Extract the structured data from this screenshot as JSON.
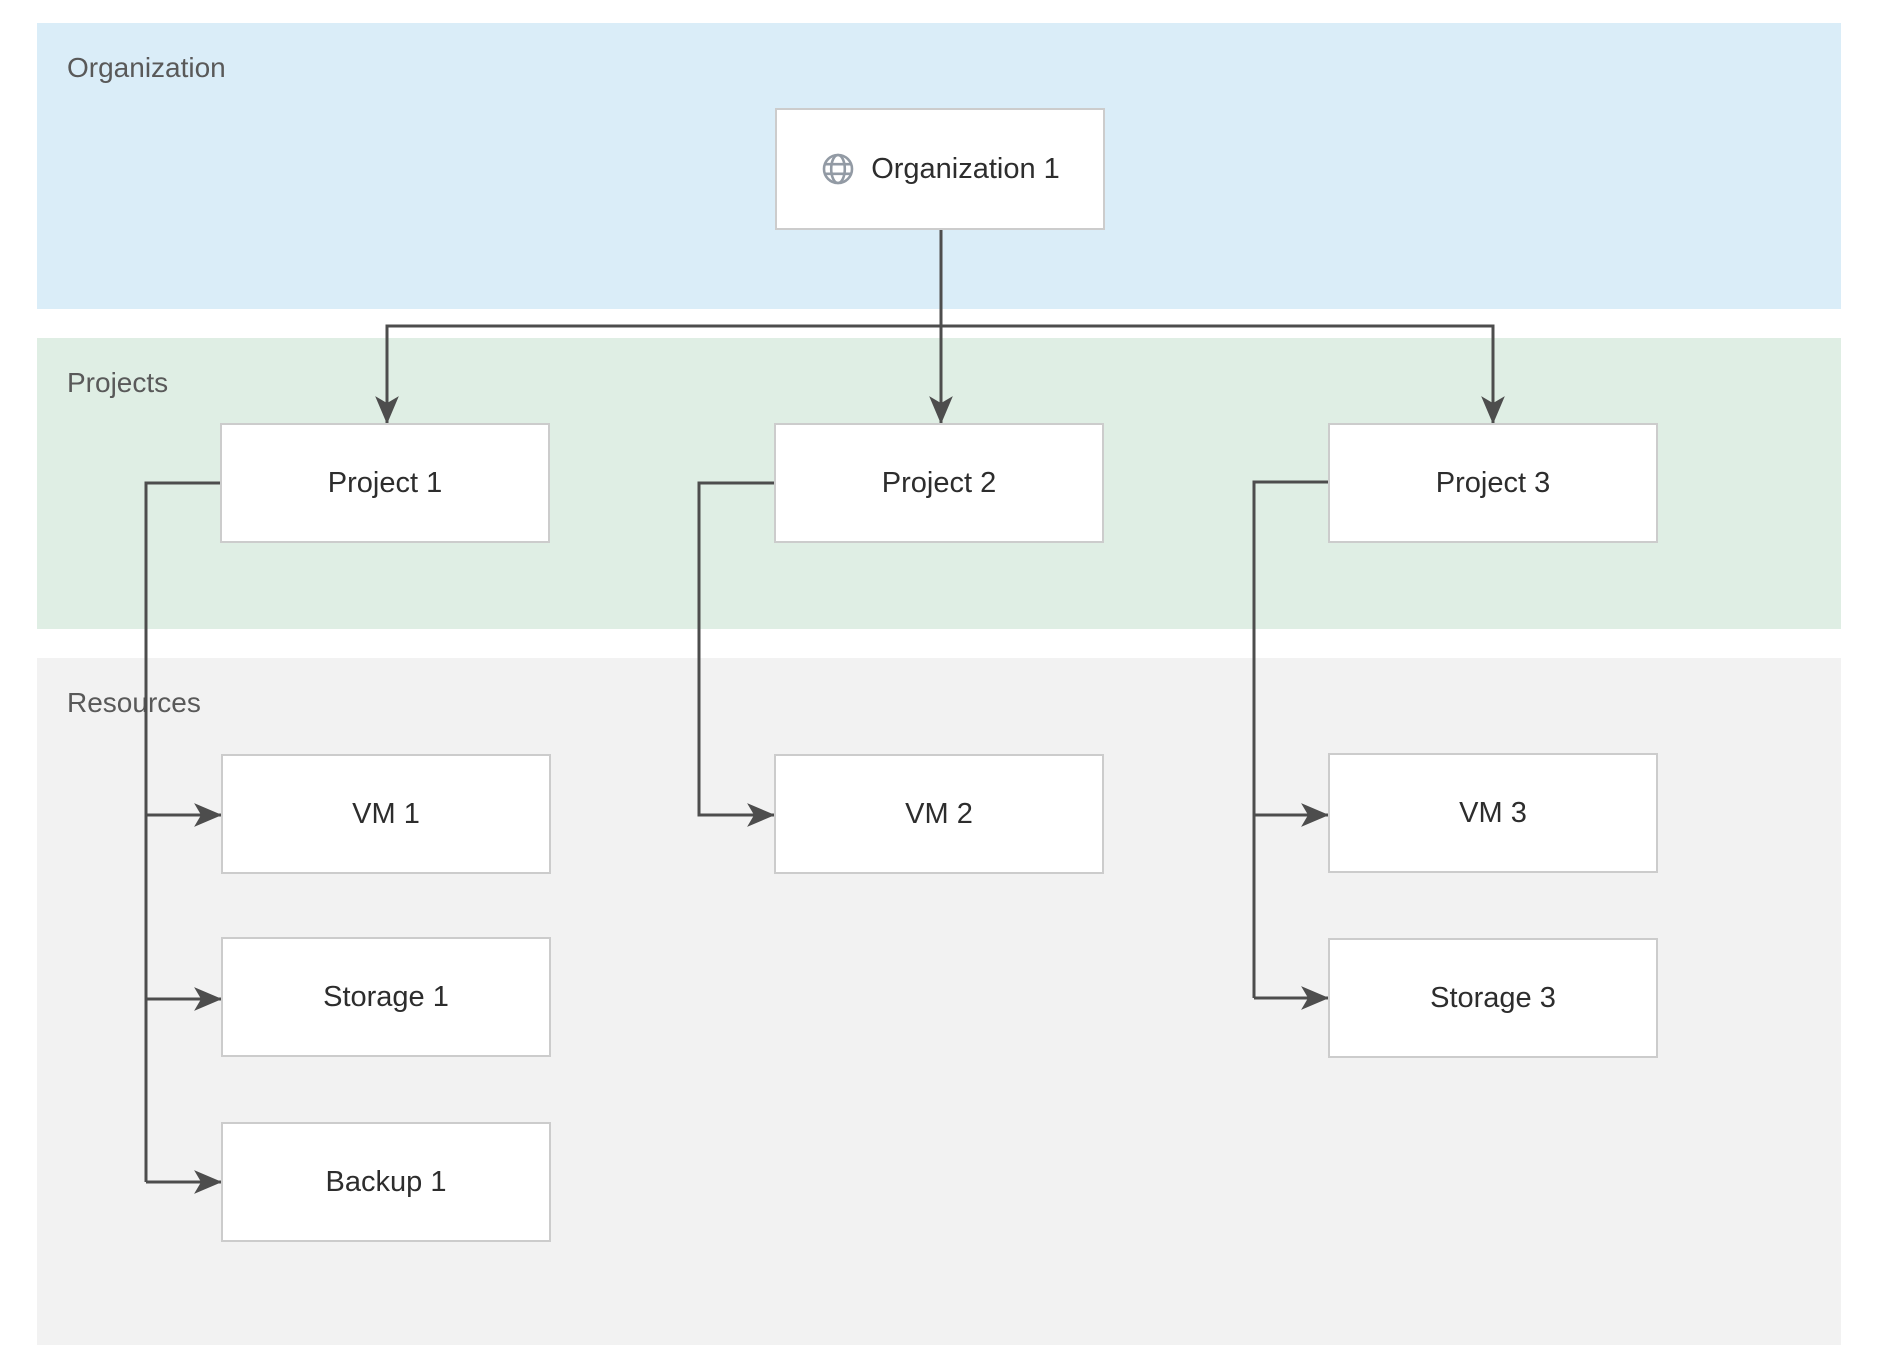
{
  "bands": {
    "organization": {
      "label": "Organization",
      "color": "#daedf8"
    },
    "projects": {
      "label": "Projects",
      "color": "#dfeee4"
    },
    "resources": {
      "label": "Resources",
      "color": "#f2f2f2"
    }
  },
  "nodes": {
    "org1": {
      "label": "Organization 1",
      "icon": "globe-icon"
    },
    "project1": {
      "label": "Project 1"
    },
    "project2": {
      "label": "Project 2"
    },
    "project3": {
      "label": "Project 3"
    },
    "vm1": {
      "label": "VM 1"
    },
    "storage1": {
      "label": "Storage 1"
    },
    "backup1": {
      "label": "Backup 1"
    },
    "vm2": {
      "label": "VM 2"
    },
    "vm3": {
      "label": "VM 3"
    },
    "storage3": {
      "label": "Storage 3"
    }
  },
  "edges": [
    {
      "from": "org1",
      "to": "project1"
    },
    {
      "from": "org1",
      "to": "project2"
    },
    {
      "from": "org1",
      "to": "project3"
    },
    {
      "from": "project1",
      "to": "vm1"
    },
    {
      "from": "project1",
      "to": "storage1"
    },
    {
      "from": "project1",
      "to": "backup1"
    },
    {
      "from": "project2",
      "to": "vm2"
    },
    {
      "from": "project3",
      "to": "vm3"
    },
    {
      "from": "project3",
      "to": "storage3"
    }
  ],
  "colors": {
    "page_background": "#ffffff",
    "connector": "#4d4d4d",
    "node_border": "#cccccc",
    "node_background": "#ffffff",
    "band_label_text": "#595959",
    "node_label_text": "#2d2d2d",
    "icon": "#929aa4"
  }
}
